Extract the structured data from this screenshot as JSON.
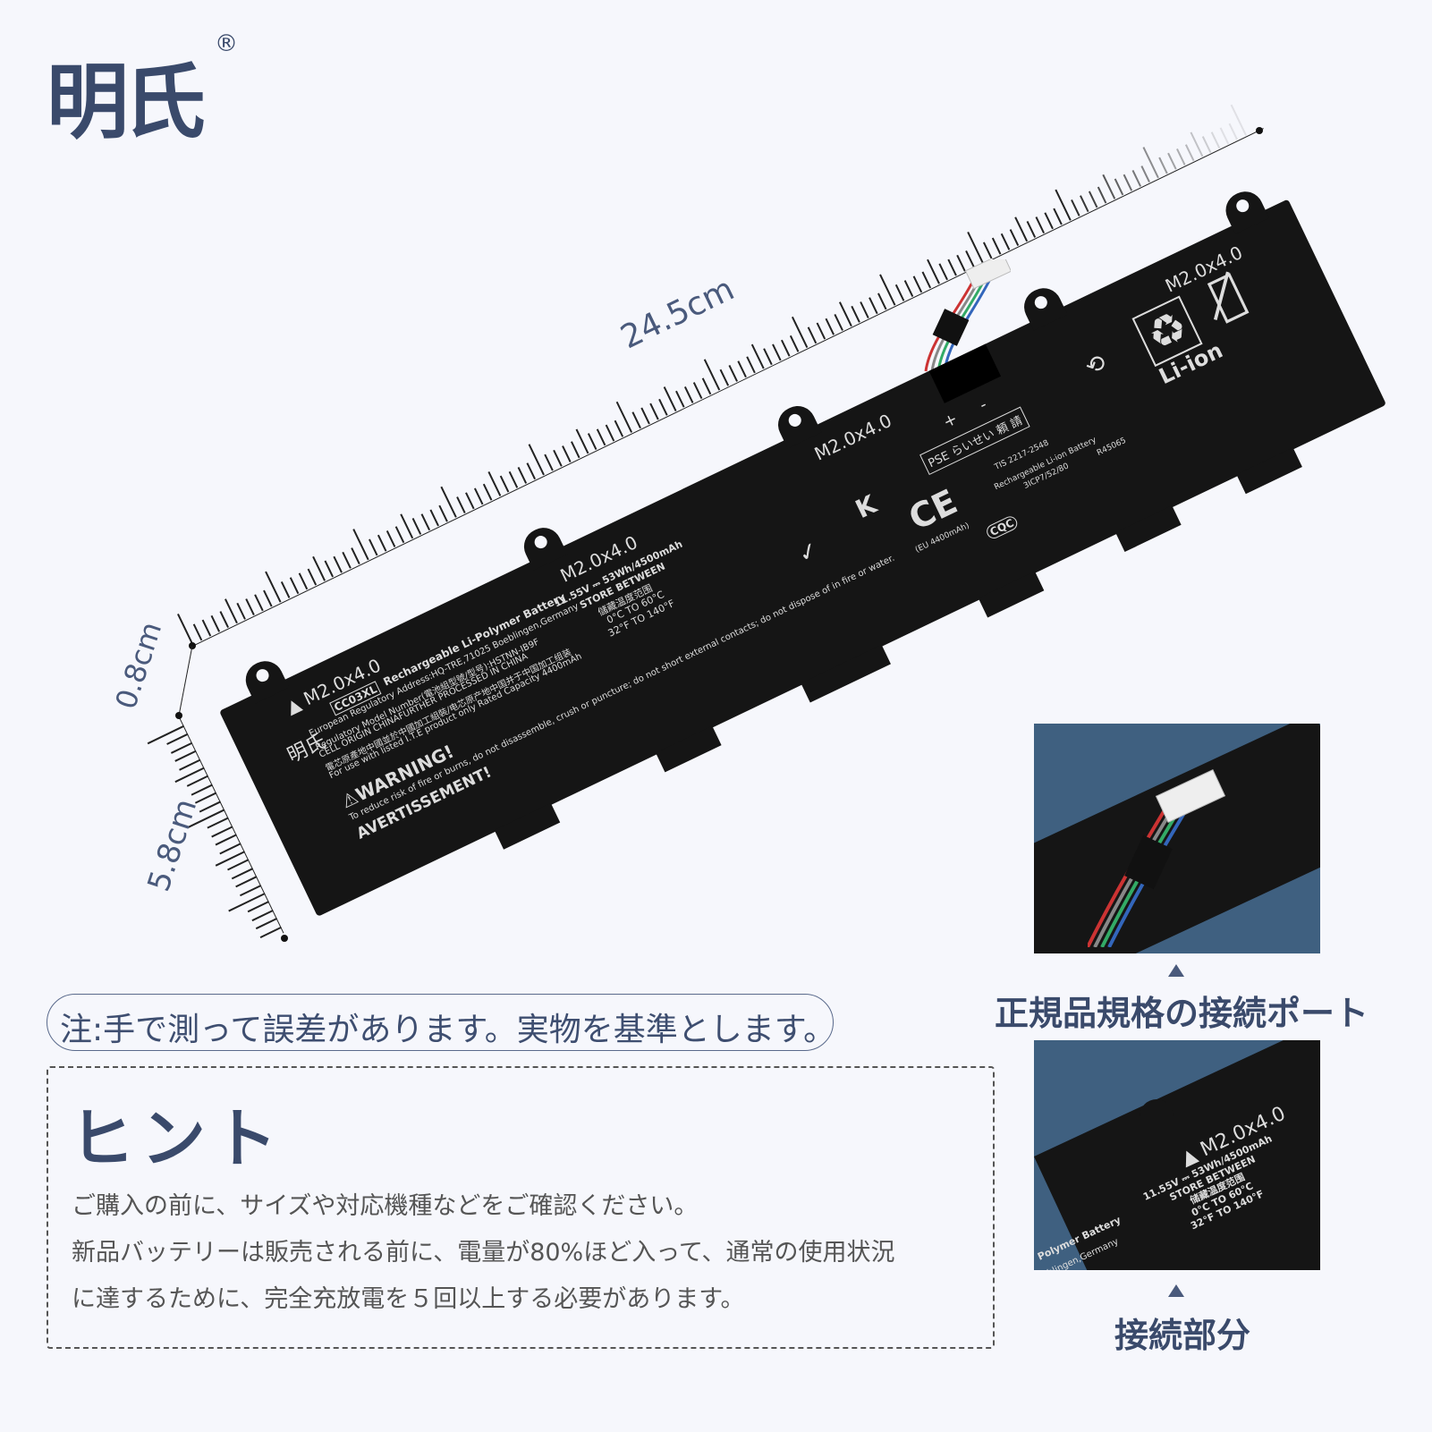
{
  "brand": {
    "logo": "明氏",
    "registered": "®"
  },
  "dimensions": {
    "length": "24.5cm",
    "thickness": "0.8cm",
    "width": "5.8cm"
  },
  "battery": {
    "screw_label": "M2.0x4.0",
    "model": "CC03XL",
    "title": "Rechargeable Li-Polymer Battery",
    "lines": [
      "European Regulatory Address:HQ-TRE,71025 Boeblingen,Germany",
      "Regulatory Model Number(電池組型號/型号):HSTNN-IB9F",
      "CELL ORIGIN CHINAFURTHER PROCESSED IN CHINA",
      "電芯原產地中國並於中國加工組裝/电芯原产地中国并于中国加工组装",
      "For use with listed I.T.E product only Rated Capacity 4400mAh"
    ],
    "specs": [
      "11.55V ⎓ 53Wh/4500mAh",
      "STORE BETWEEN",
      "儲藏温度范围",
      "0°C TO 60°C",
      "32°F TO 140°F"
    ],
    "warning": "⚠WARNING!",
    "warning_text": "To reduce risk of fire or burns, do not disassemble, crush or puncture; do not short external contacts; do not dispose of in fire or water.",
    "avertissement": "AVERTISSEMENT!",
    "li_ion": "Li-ion",
    "plus": "+",
    "minus": "-",
    "pse": "PSE らいせい 頼 請",
    "tis": "TIS 2217-2548",
    "cell_info": [
      "Rechargeable Li-ion Battery",
      "3ICP7/52/80"
    ],
    "ce": "CE",
    "ce_note": "(EU 4400mAh)",
    "cqc": "CQC",
    "r_code": "R45065"
  },
  "note": "注:手で測って誤差があります。実物を基準とします。",
  "hint": {
    "title": "ヒント",
    "lines": [
      "ご購入の前に、サイズや対応機種などをご確認ください。",
      "新品バッテリーは販売される前に、電量が80%ほど入って、通常の使用状況",
      "に達するために、完全充放電を５回以上する必要があります。"
    ]
  },
  "insets": [
    {
      "caption": "正規品規格の接続ポート"
    },
    {
      "caption": "接続部分",
      "screw_label": "M2.0x4.0",
      "title": "Polymer Battery",
      "address": "oeblingen,Germany",
      "specs": [
        "11.55V ⎓ 53Wh/4500mAh",
        "STORE BETWEEN",
        "储藏温度范围",
        "0°C TO 60°C",
        "32°F TO 140°F"
      ]
    }
  ]
}
